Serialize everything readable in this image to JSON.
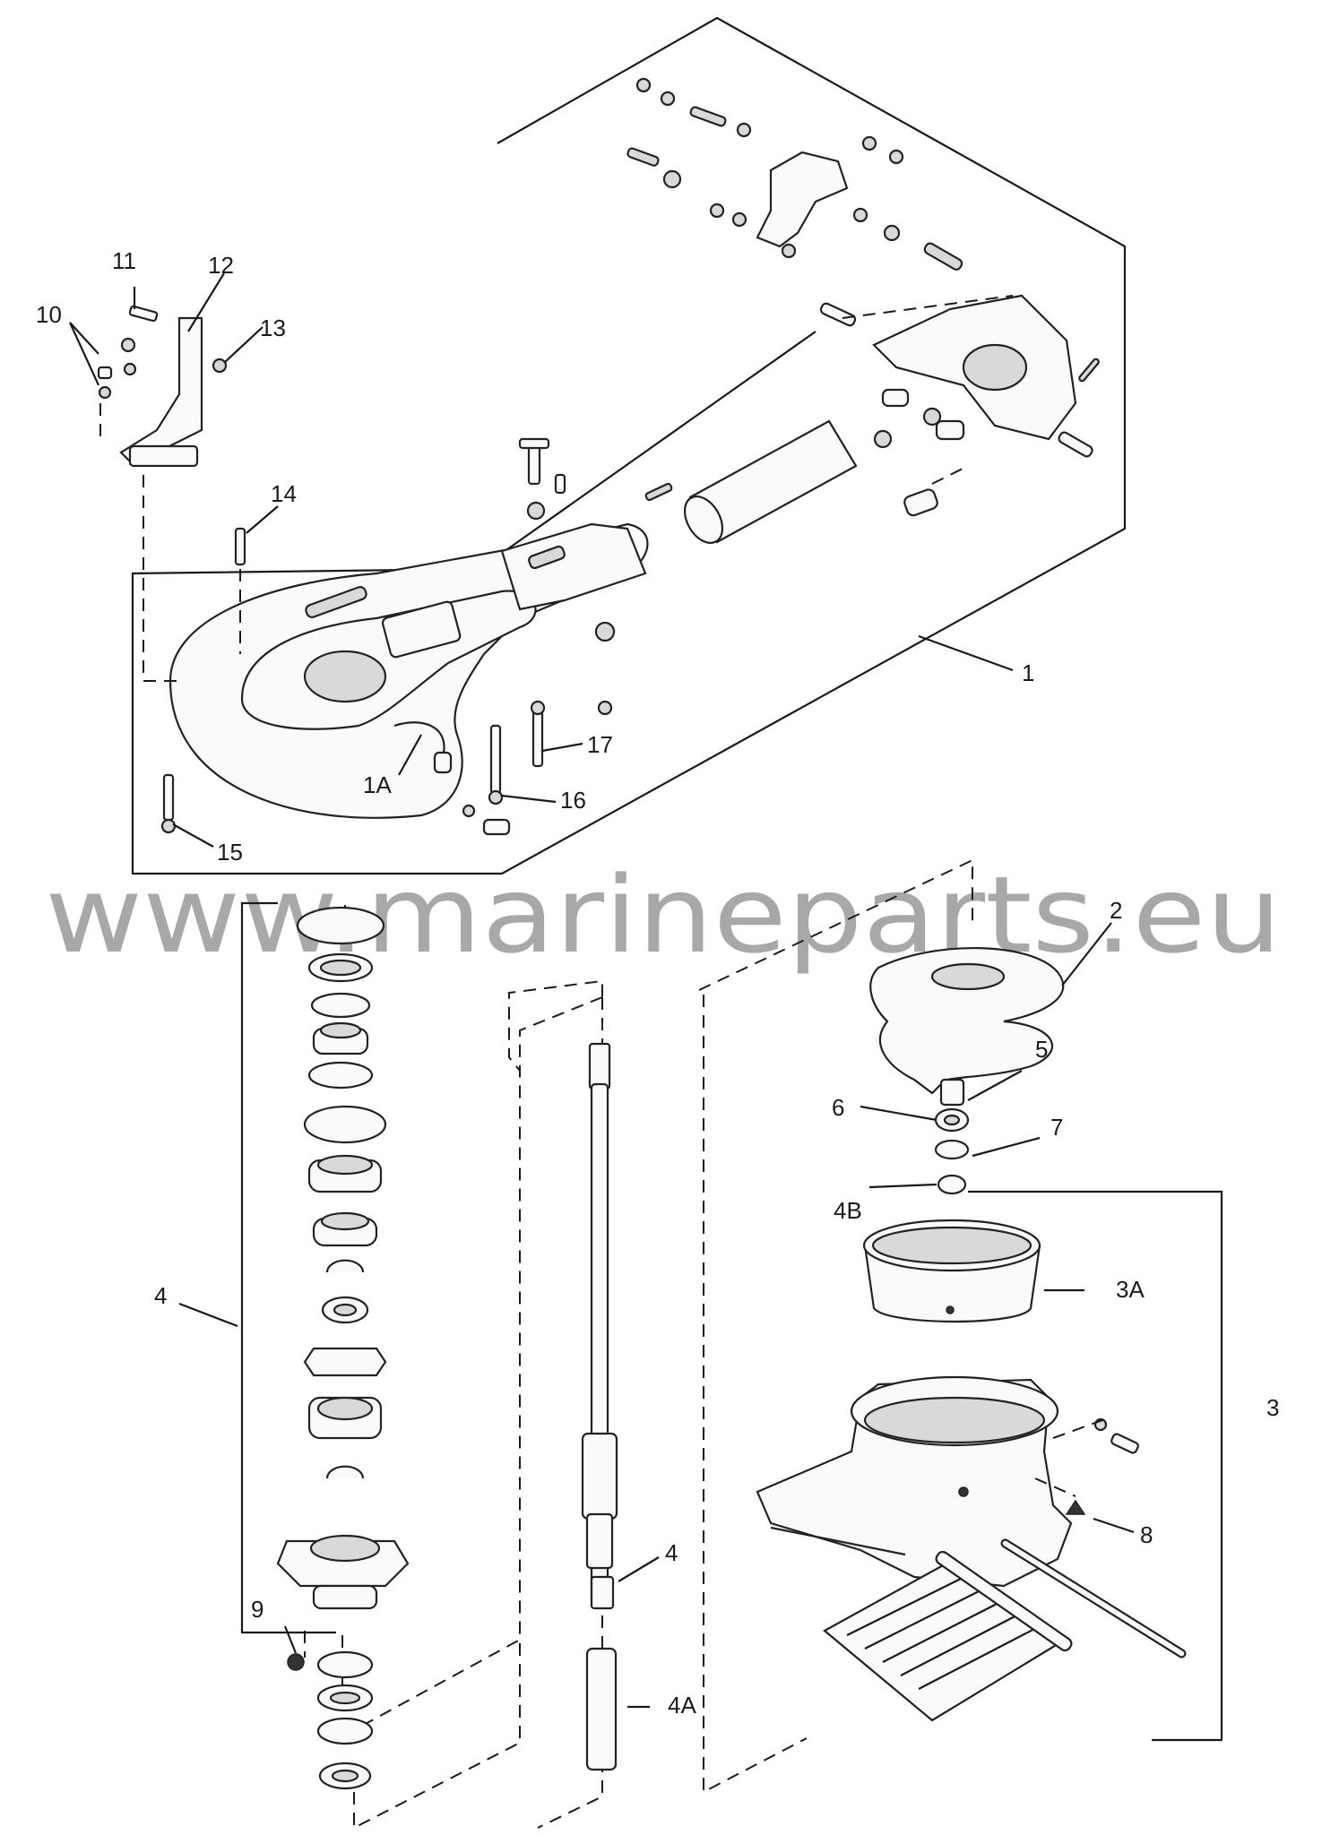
{
  "watermark": "www.marineparts.eu",
  "callouts": {
    "c1": "1",
    "c1a": "1A",
    "c2": "2",
    "c3": "3",
    "c3a": "3A",
    "c4_left": "4",
    "c4_shaft": "4",
    "c4a": "4A",
    "c4b": "4B",
    "c5": "5",
    "c6": "6",
    "c7": "7",
    "c8": "8",
    "c9": "9",
    "c10": "10",
    "c11": "11",
    "c12": "12",
    "c13": "13",
    "c14": "14",
    "c15": "15",
    "c16": "16",
    "c17": "17"
  },
  "icons": {
    "bracket": "mounting-bracket-icon",
    "housing": "pump-housing-icon",
    "impeller": "impeller-icon",
    "shaft": "drive-shaft-icon",
    "nozzle": "nozzle-housing-icon",
    "grate": "intake-grate-icon"
  }
}
